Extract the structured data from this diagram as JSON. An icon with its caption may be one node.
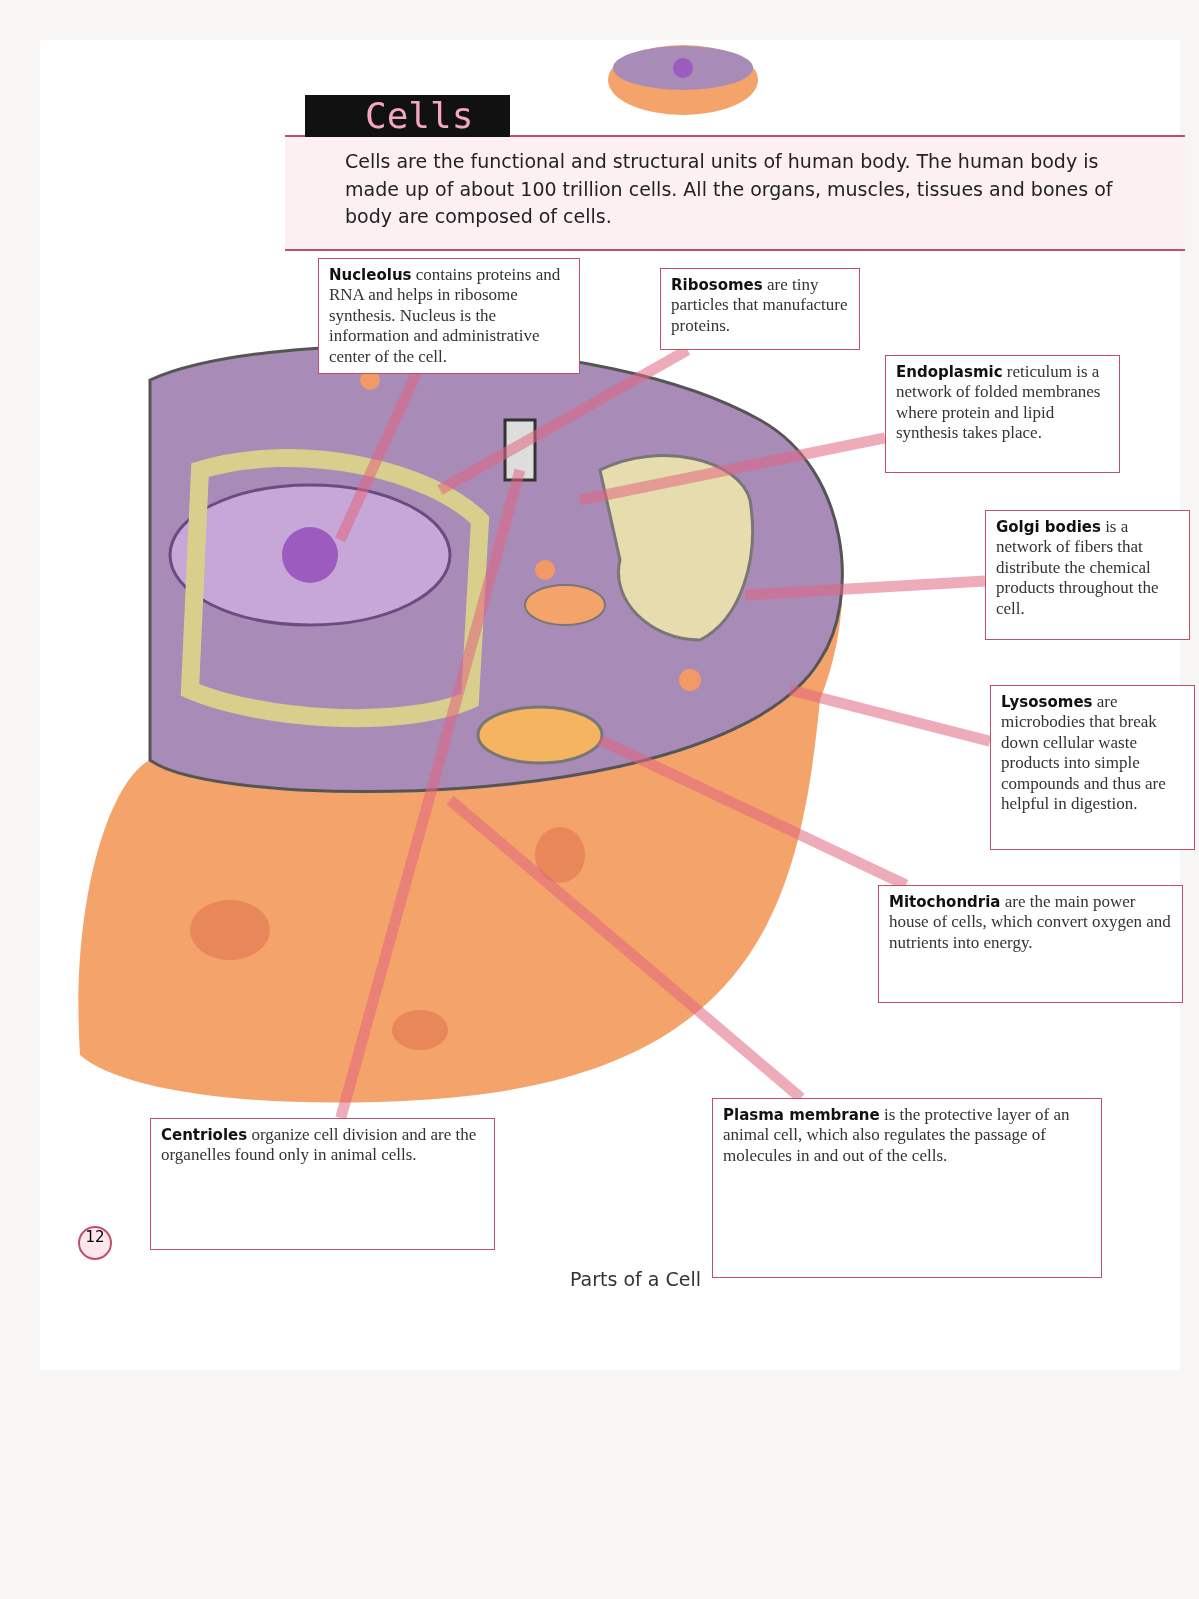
{
  "diagram": {
    "title": "Cells",
    "caption": "Parts of a Cell",
    "nodes": [
      {
        "text": [
          "**Nucleolus** contains proteins and RNA and helps in ribosome synthesis. Nucleus is the information and administrative center of the cell."
        ]
      },
      {
        "text": [
          "**Ribosomes** are tiny particles that manufacture proteins."
        ]
      },
      {
        "text": [
          "**Endoplasmic** reticulum is a network of folded membranes where protein and lipid synthesis takes place."
        ]
      },
      {
        "text": [
          "**Golgi bodies** is a network of fibers that distribute the chemical products throughout the cell."
        ]
      },
      {
        "text": [
          "**Lysosomes** are microbodies that break down cellular waste products into simple compounds and thus are helpful in digestion."
        ]
      },
      {
        "text": [
          "**Mitochondria** are the main power house of cells, which convert oxygen and nutrients into energy."
        ]
      },
      {
        "text": [
          "**Plasma membrane** is the protective layer of an animal cell, which also regulates the passage of molecules in and out of the cells."
        ]
      },
      {
        "text": [
          "**Centrioles** organize cell division and are the organelles found only in animal cells."
        ]
      }
    ],
    "edges": [
      {
        "from": 0,
        "to": null,
        "arrow": "none"
      },
      {
        "from": 1,
        "to": null,
        "arrow": "none"
      },
      {
        "from": 2,
        "to": null,
        "arrow": "none"
      },
      {
        "from": 3,
        "to": null,
        "arrow": "none"
      },
      {
        "from": 4,
        "to": null,
        "arrow": "none"
      },
      {
        "from": 5,
        "to": null,
        "arrow": "none"
      },
      {
        "from": 6,
        "to": null,
        "arrow": "none"
      },
      {
        "from": 7,
        "to": null,
        "arrow": "none"
      }
    ],
    "labels": [
      "Cells are the functional and structural units of human body. The human body is made up of about 100 trillion cells. All the organs, muscles, tissues and bones of body are composed of cells.",
      "12"
    ]
  }
}
